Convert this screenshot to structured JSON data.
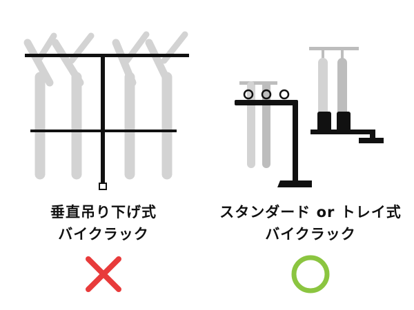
{
  "options": [
    {
      "id": "hanging",
      "label_line1": "垂直吊り下げ式",
      "label_line2": "バイクラック",
      "verdict": "ng",
      "verdict_icon": "cross-icon",
      "verdict_color": "#e83b3b"
    },
    {
      "id": "standard-tray",
      "label_line1": "スタンダード or トレイ式",
      "label_line2": "バイクラック",
      "verdict": "ok",
      "verdict_icon": "circle-icon",
      "verdict_color": "#8bc540"
    }
  ],
  "colors": {
    "rack": "#111111",
    "bike_light": "#d3d3d3",
    "bike_mid": "#bdbdbd",
    "background": "#ffffff"
  }
}
